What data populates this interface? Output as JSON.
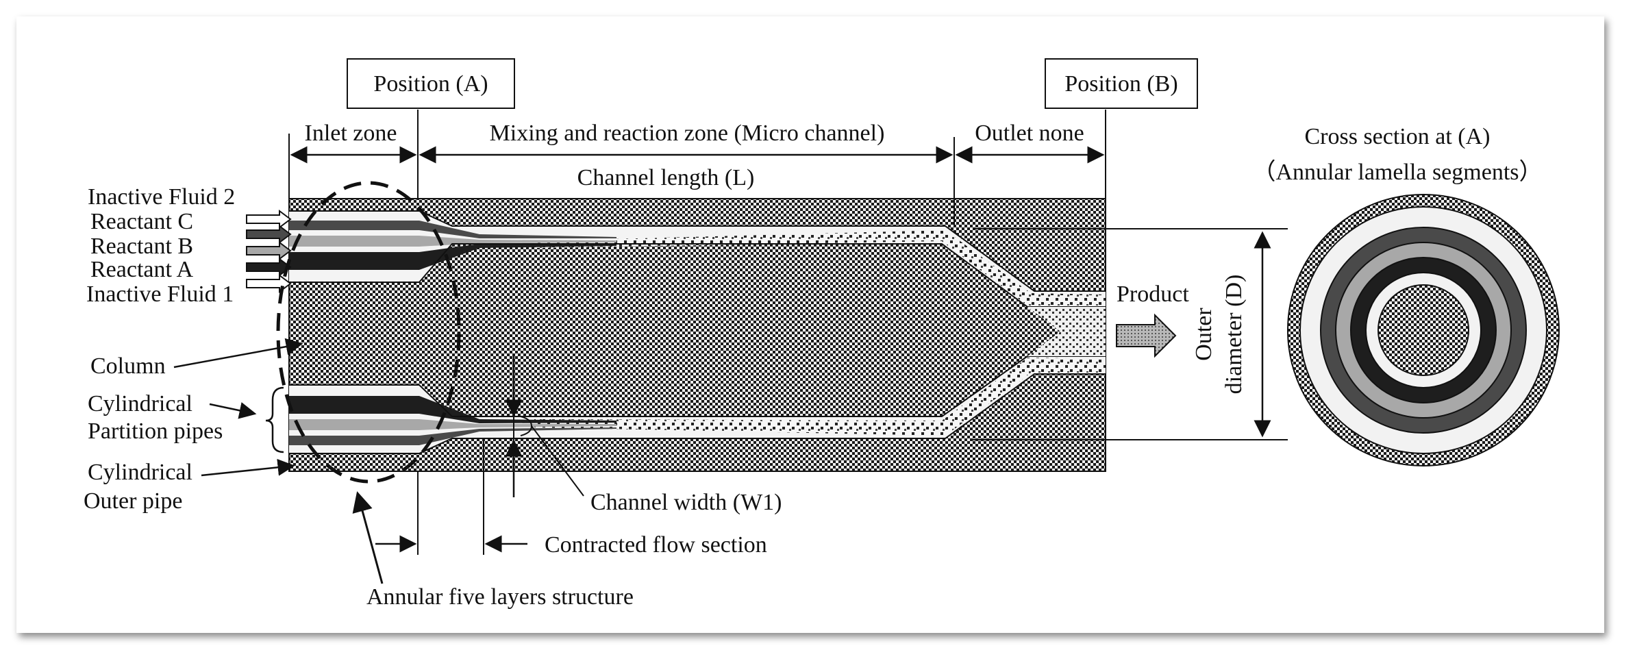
{
  "position_a": "Position (A)",
  "position_b": "Position (B)",
  "zone_inlet": "Inlet zone",
  "zone_mixing": "Mixing and reaction zone (Micro channel)",
  "zone_outlet": "Outlet none",
  "channel_length": "Channel length (L)",
  "inputs": {
    "inactive_fluid_2": "Inactive Fluid 2",
    "reactant_c": "Reactant C",
    "reactant_b": "Reactant B",
    "reactant_a": "Reactant A",
    "inactive_fluid_1": "Inactive Fluid 1"
  },
  "column": "Column",
  "partition_line1": "Cylindrical",
  "partition_line2": "Partition pipes",
  "outer_line1": "Cylindrical",
  "outer_line2": "Outer pipe",
  "channel_width": "Channel width (W1)",
  "contracted": "Contracted flow section",
  "annular": "Annular five layers structure",
  "product": "Product",
  "outer_diam_line1": "Outer",
  "outer_diam_line2": "diameter (D)",
  "cross_title1": "Cross section at (A)",
  "cross_title2": "（Annular lamella segments）",
  "colors": {
    "checker_dark": "#1a1a1a",
    "reactant_a": "#1e1e1e",
    "reactant_b": "#a8a8a8",
    "reactant_c": "#4a4a4a",
    "inactive": "#f2f2f2",
    "product_arrow": "#9a9a9a"
  }
}
